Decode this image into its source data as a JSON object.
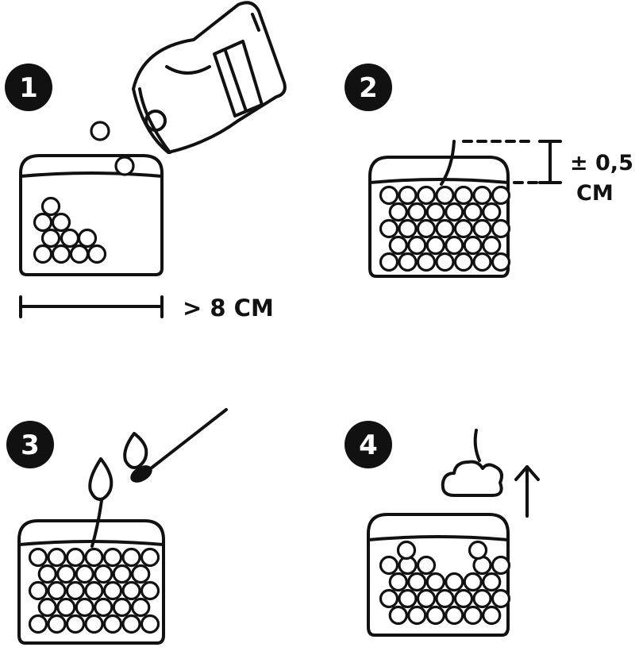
{
  "colors": {
    "ink": "#111111",
    "paper": "#ffffff"
  },
  "steps": [
    {
      "number": "1",
      "label": "> 8 CM"
    },
    {
      "number": "2",
      "label_line1": "± 0,5",
      "label_line2": "CM"
    },
    {
      "number": "3"
    },
    {
      "number": "4"
    }
  ],
  "icons": {
    "step1": [
      "glass-jar-icon",
      "wax-bag-icon",
      "wax-bead-icon",
      "width-measure-icon"
    ],
    "step2": [
      "glass-jar-icon",
      "wick-icon",
      "height-measure-icon"
    ],
    "step3": [
      "glass-jar-icon",
      "flame-icon",
      "match-icon"
    ],
    "step4": [
      "glass-jar-icon",
      "smoke-cloud-icon",
      "up-arrow-icon"
    ]
  }
}
